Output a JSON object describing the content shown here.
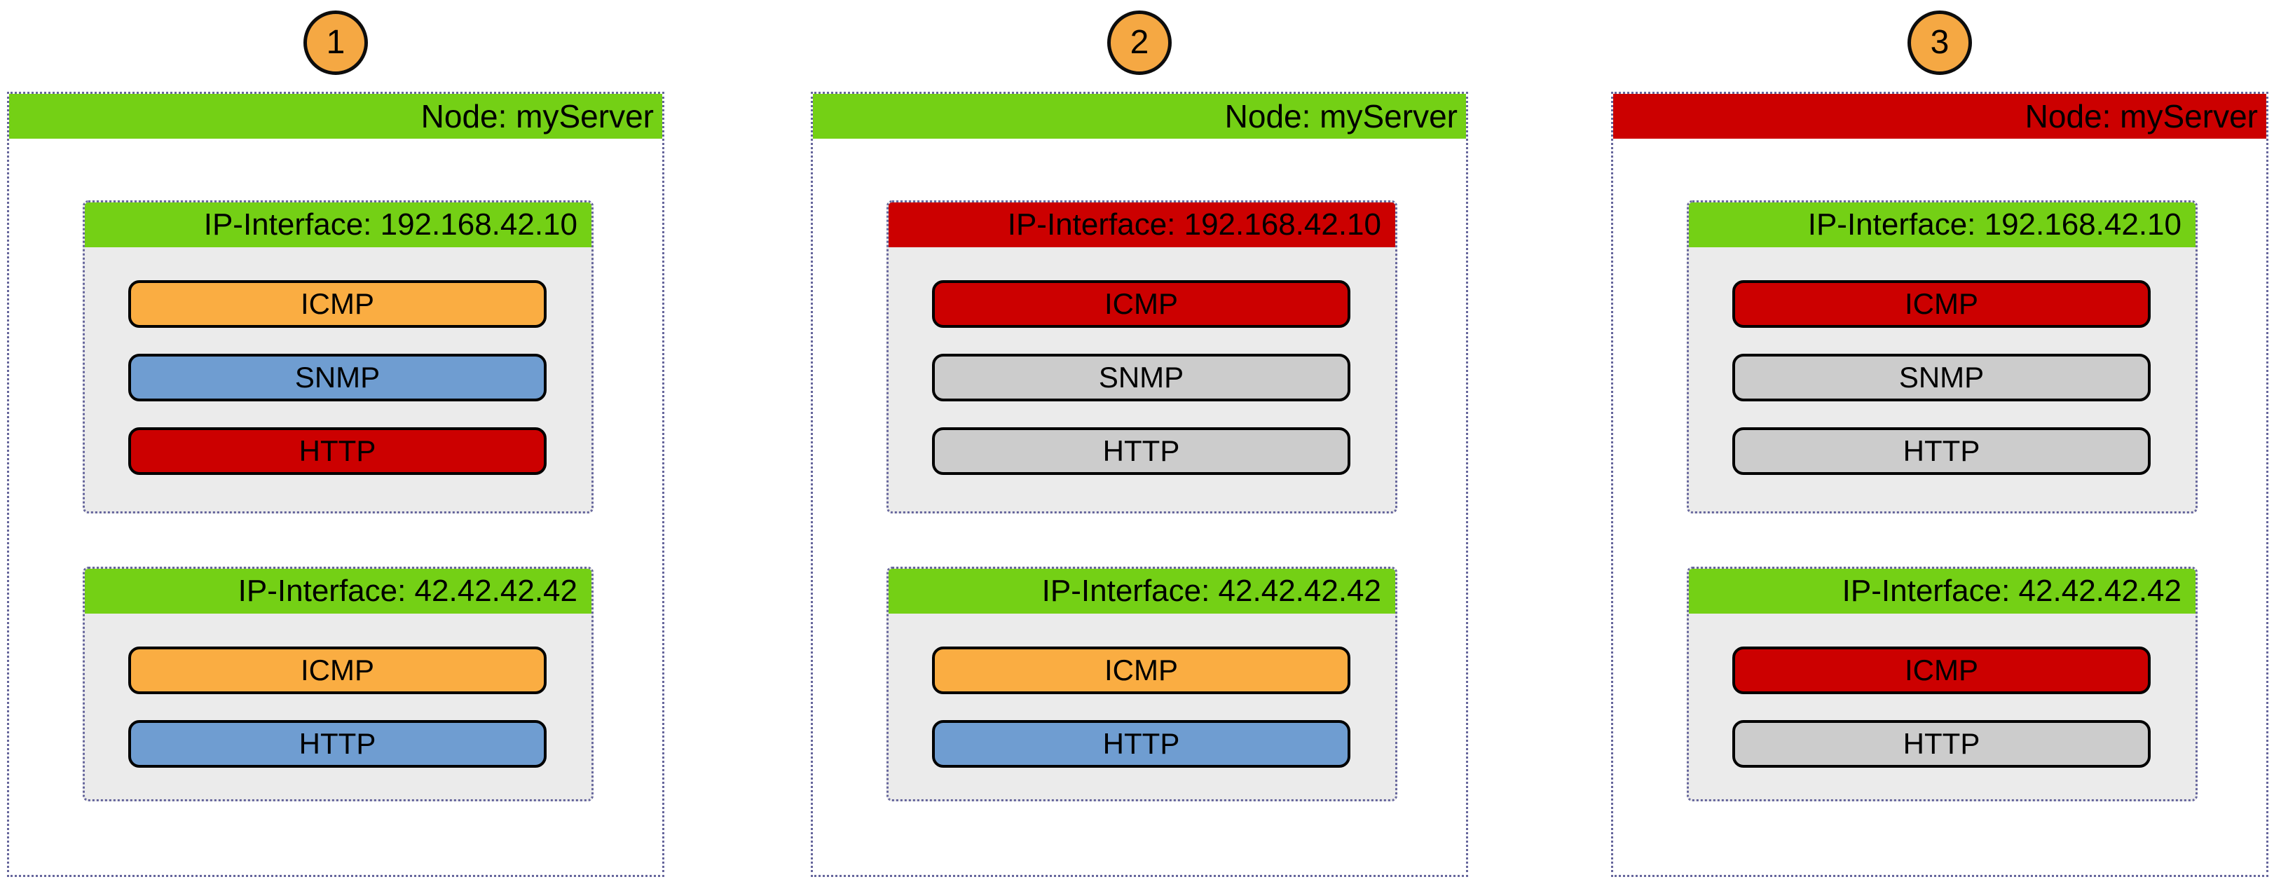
{
  "colors": {
    "up_green": "#74d015",
    "down_red": "#cc0000",
    "warning_orange": "#faad42",
    "info_blue": "#6f9dd1",
    "unreachable_gray": "#cccccc",
    "interface_body_gray": "#ebebeb",
    "badge_orange": "#f5a843",
    "dotted_border": "#66669c",
    "text_black": "#000000",
    "page_background": "#ffffff"
  },
  "scenarios": [
    {
      "badge": "1",
      "node": {
        "label": "Node: myServer",
        "status": "green"
      },
      "interfaces": [
        {
          "label": "IP-Interface: 192.168.42.10",
          "status": "green",
          "services": [
            {
              "label": "ICMP",
              "status": "orange"
            },
            {
              "label": "SNMP",
              "status": "blue"
            },
            {
              "label": "HTTP",
              "status": "red"
            }
          ]
        },
        {
          "label": "IP-Interface: 42.42.42.42",
          "status": "green",
          "services": [
            {
              "label": "ICMP",
              "status": "orange"
            },
            {
              "label": "HTTP",
              "status": "blue"
            }
          ]
        }
      ]
    },
    {
      "badge": "2",
      "node": {
        "label": "Node: myServer",
        "status": "green"
      },
      "interfaces": [
        {
          "label": "IP-Interface: 192.168.42.10",
          "status": "red",
          "services": [
            {
              "label": "ICMP",
              "status": "red"
            },
            {
              "label": "SNMP",
              "status": "gray"
            },
            {
              "label": "HTTP",
              "status": "gray"
            }
          ]
        },
        {
          "label": "IP-Interface: 42.42.42.42",
          "status": "green",
          "services": [
            {
              "label": "ICMP",
              "status": "orange"
            },
            {
              "label": "HTTP",
              "status": "blue"
            }
          ]
        }
      ]
    },
    {
      "badge": "3",
      "node": {
        "label": "Node: myServer",
        "status": "red"
      },
      "interfaces": [
        {
          "label": "IP-Interface: 192.168.42.10",
          "status": "green",
          "services": [
            {
              "label": "ICMP",
              "status": "red"
            },
            {
              "label": "SNMP",
              "status": "gray"
            },
            {
              "label": "HTTP",
              "status": "gray"
            }
          ]
        },
        {
          "label": "IP-Interface: 42.42.42.42",
          "status": "green",
          "services": [
            {
              "label": "ICMP",
              "status": "red"
            },
            {
              "label": "HTTP",
              "status": "gray"
            }
          ]
        }
      ]
    }
  ]
}
